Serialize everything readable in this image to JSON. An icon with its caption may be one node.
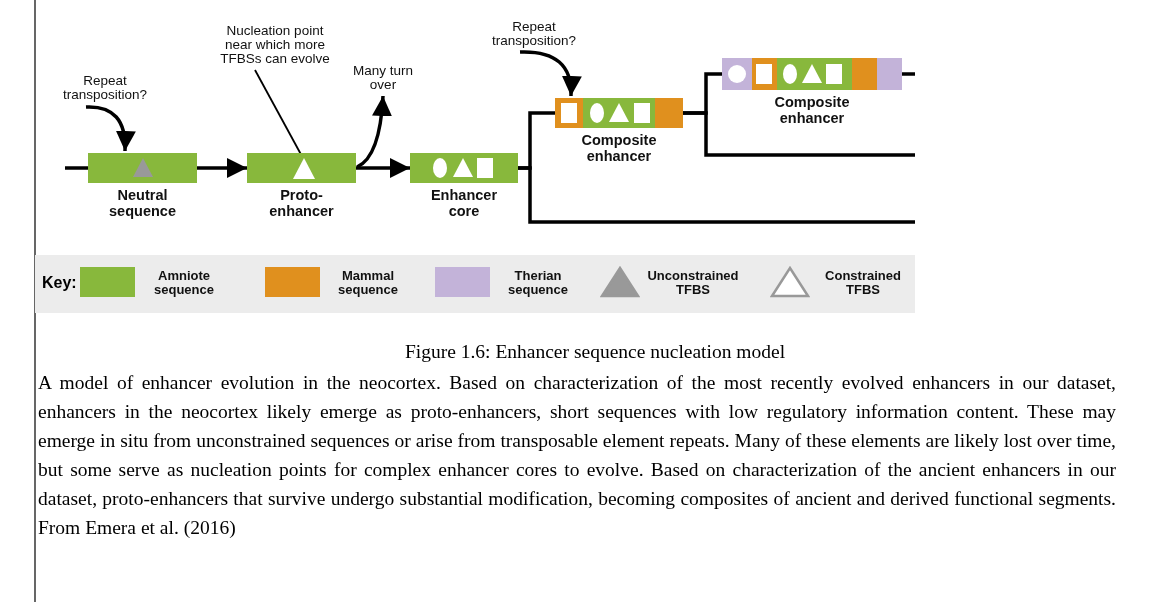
{
  "diagram": {
    "caption": "Figure 1.6: Enhancer sequence nucleation model",
    "nodes": [
      {
        "text": [
          "Repeat transposition?"
        ]
      },
      {
        "text": [
          "Neutral sequence"
        ]
      },
      {
        "text": [
          "Nucleation point near which more TFBSs can evolve"
        ]
      },
      {
        "text": [
          "Proto-enhancer"
        ]
      },
      {
        "text": [],
        "shape": "triangle",
        "in": 3
      },
      {
        "text": [
          "Many turn over"
        ]
      },
      {
        "text": [
          "Enhancer core"
        ]
      },
      {
        "text": [
          "Repeat transposition?"
        ]
      },
      {
        "text": [
          "Composite enhancer"
        ]
      },
      {
        "text": [
          "Composite enhancer"
        ]
      }
    ],
    "edges": [
      {
        "from": null,
        "to": 1,
        "arrow": "none"
      },
      {
        "from": 0,
        "to": 1,
        "arrow": "to"
      },
      {
        "from": 1,
        "to": 3,
        "arrow": "to"
      },
      {
        "from": 2,
        "to": 4,
        "arrow": "none"
      },
      {
        "from": 3,
        "to": 5,
        "arrow": "to"
      },
      {
        "from": 3,
        "to": 6,
        "arrow": "to"
      },
      {
        "from": 6,
        "to": 8,
        "arrow": "none"
      },
      {
        "from": 6,
        "to": null,
        "arrow": "none"
      },
      {
        "from": 7,
        "to": 8,
        "arrow": "to"
      },
      {
        "from": 8,
        "to": 9,
        "arrow": "none"
      },
      {
        "from": 8,
        "to": null,
        "arrow": "none"
      },
      {
        "from": 9,
        "to": null,
        "arrow": "none"
      }
    ],
    "labels": [
      "Key:",
      "A model of enhancer evolution in the neocortex. Based on characterization of the most recently evolved enhancers in our dataset, enhancers in the neocortex likely emerge as proto-enhancers, short sequences with low regulatory information content. These may emerge in situ from unconstrained sequences or arise from transposable element repeats. Many of these elements are likely lost over time, but some serve as nucleation points for complex enhancer cores to evolve. Based on characterization of the ancient enhancers in our dataset, proto-enhancers that survive undergo substantial modification, becoming composites of ancient and derived functional segments. From Emera et al. (2016)"
    ],
    "legend": [
      {
        "text": "Amniote sequence",
        "color": "#88b83c"
      },
      {
        "text": "Mammal sequence",
        "color": "#e0901e"
      },
      {
        "text": "Therian sequence",
        "color": "#c3b3d9"
      },
      {
        "text": "Unconstrained TFBS"
      },
      {
        "text": "Constrained TFBS"
      }
    ]
  }
}
